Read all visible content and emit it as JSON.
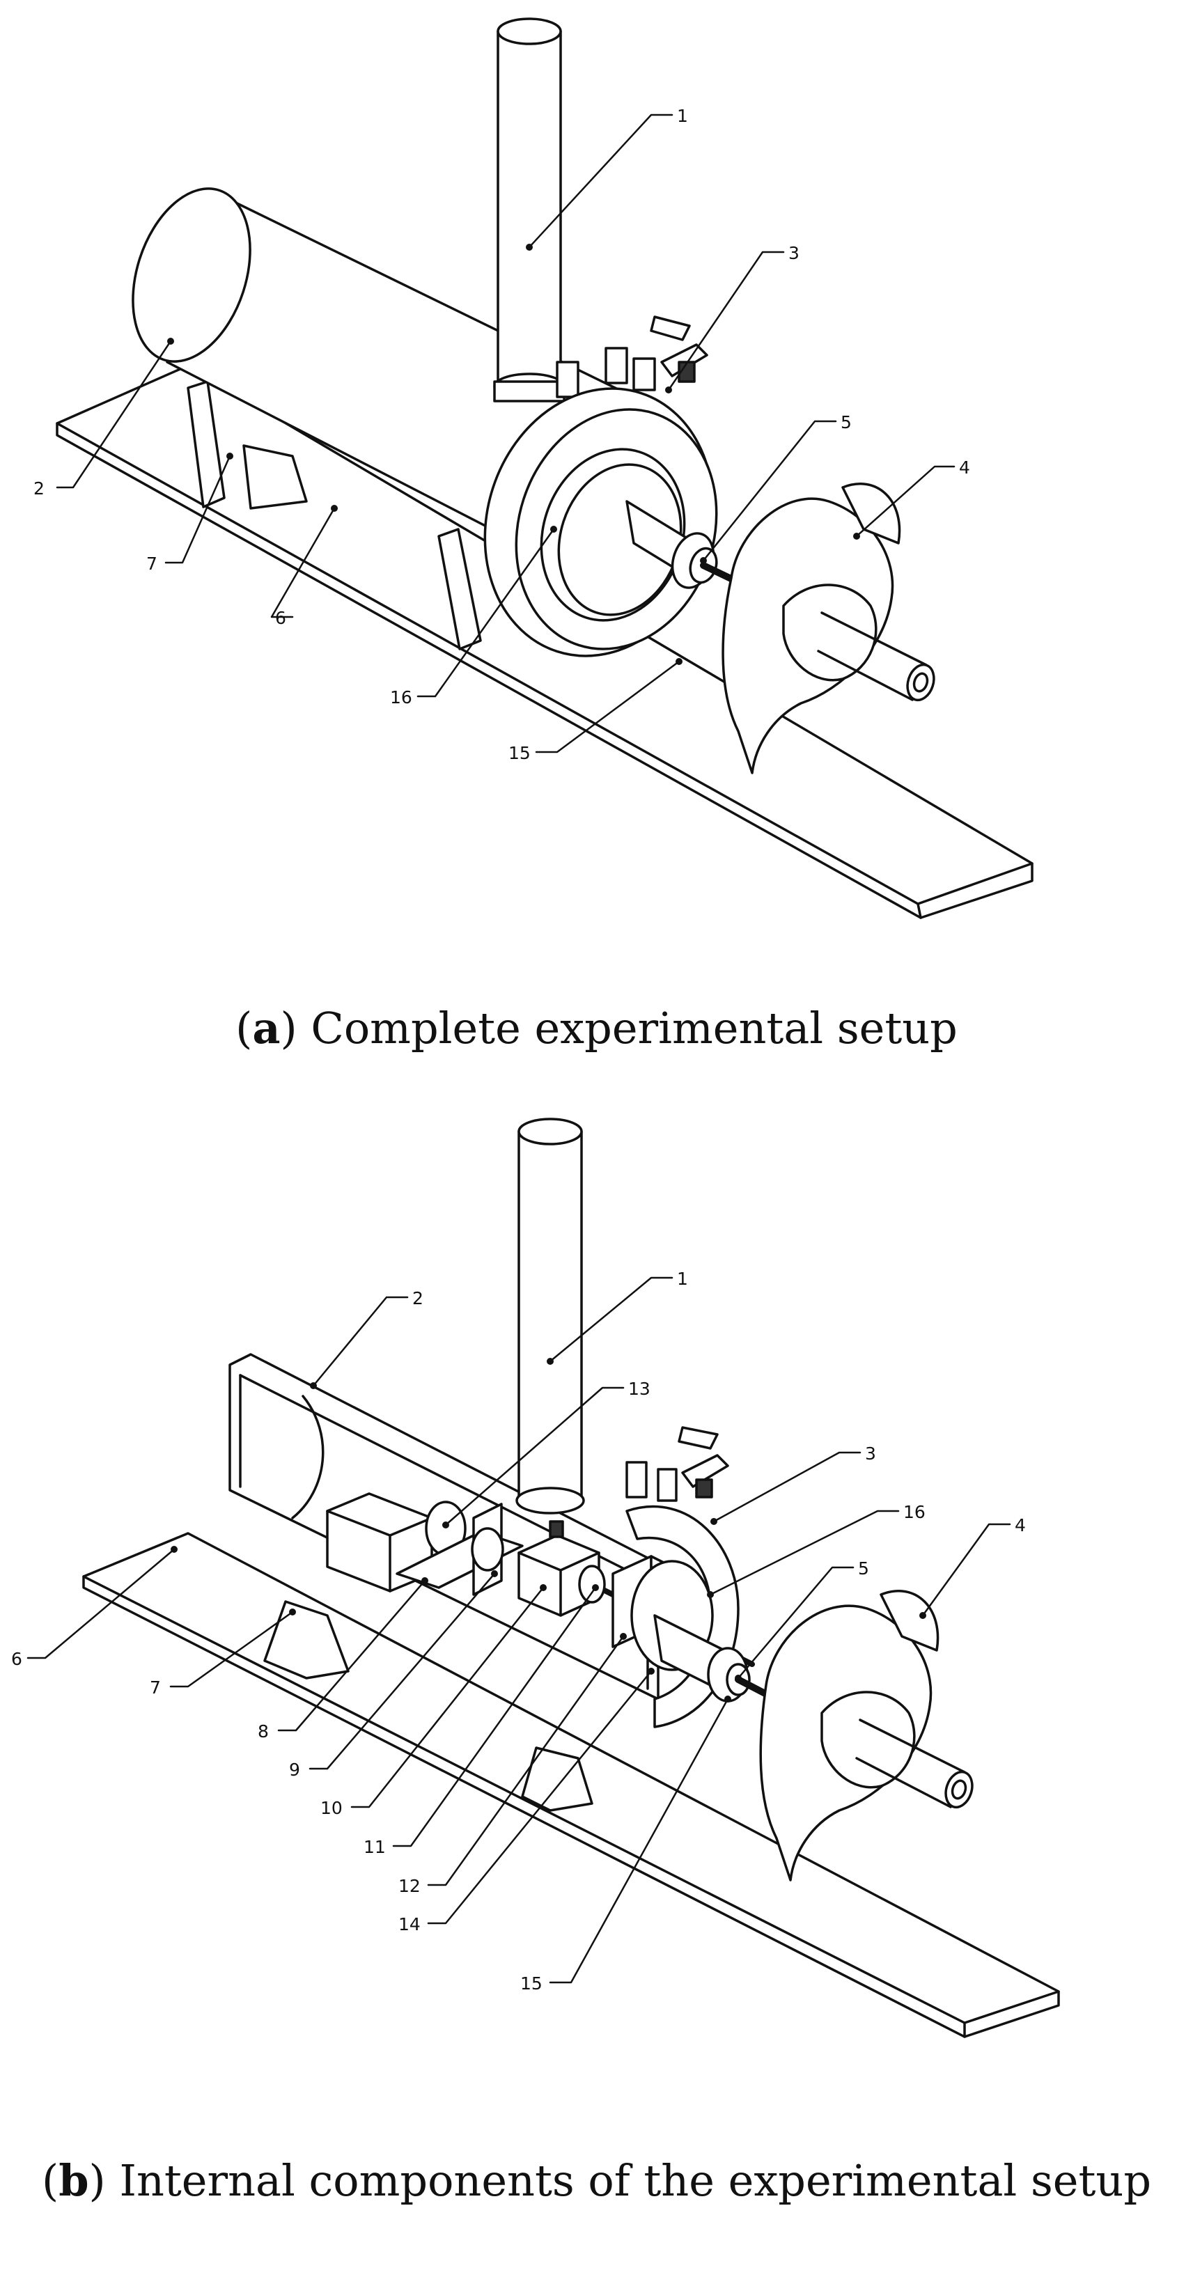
{
  "panel_a": {
    "caption_letter": "a",
    "caption_text": "Complete experimental setup",
    "labels": [
      "1",
      "2",
      "3",
      "4",
      "5",
      "6",
      "7",
      "15",
      "16"
    ]
  },
  "panel_b": {
    "caption_letter": "b",
    "caption_text": "Internal components of the experimental setup",
    "labels": [
      "1",
      "2",
      "3",
      "4",
      "5",
      "6",
      "7",
      "8",
      "9",
      "10",
      "11",
      "12",
      "13",
      "14",
      "15",
      "16"
    ]
  }
}
